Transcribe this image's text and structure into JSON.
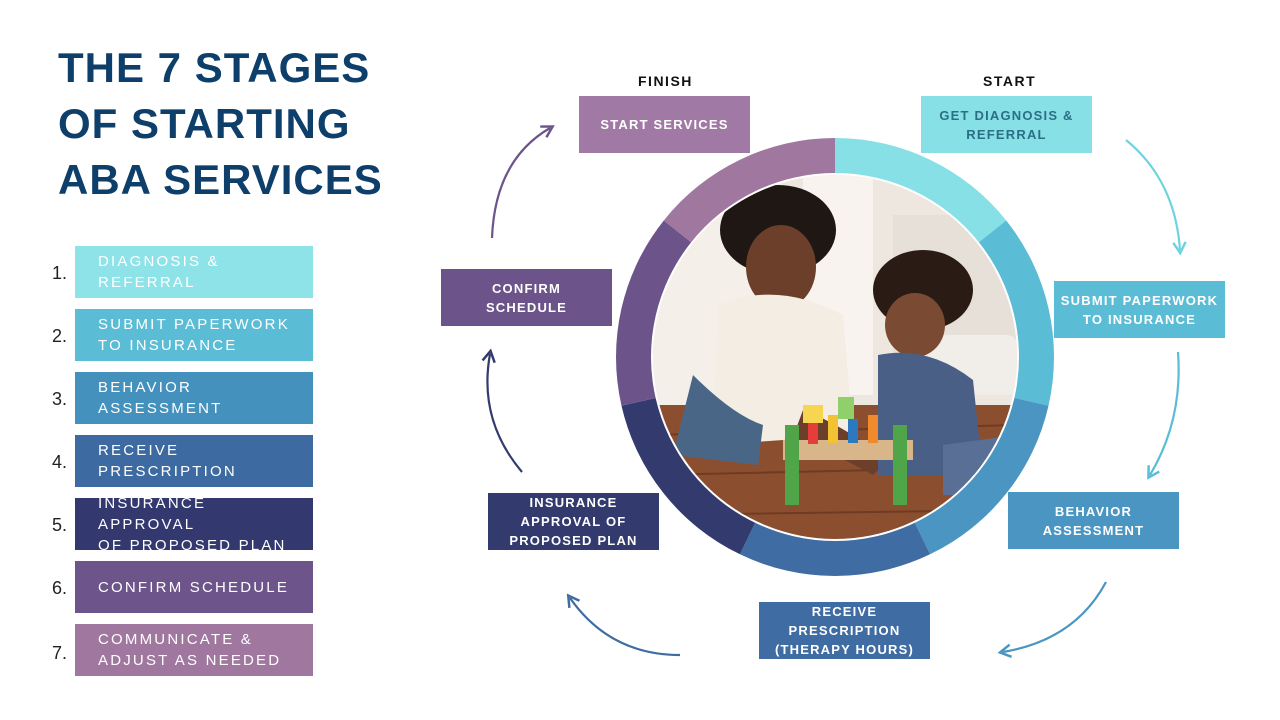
{
  "title": {
    "line1": "THE 7 STAGES",
    "line2": "OF STARTING",
    "line3": "ABA SERVICES"
  },
  "steps": [
    {
      "num": "1.",
      "line1": "DIAGNOSIS &",
      "line2": "REFERRAL",
      "color": "#8de3e8"
    },
    {
      "num": "2.",
      "line1": "SUBMIT  PAPERWORK",
      "line2": "TO INSURANCE",
      "color": "#5bbcd6"
    },
    {
      "num": "3.",
      "line1": "BEHAVIOR",
      "line2": "ASSESSMENT",
      "color": "#4491bd"
    },
    {
      "num": "4.",
      "line1": "RECEIVE",
      "line2": "PRESCRIPTION",
      "color": "#3d6aa0"
    },
    {
      "num": "5.",
      "line1": "INSURANCE APPROVAL",
      "line2": "OF PROPOSED PLAN",
      "color": "#33396e"
    },
    {
      "num": "6.",
      "line1": "CONFIRM SCHEDULE",
      "line2": "",
      "color": "#6d548a"
    },
    {
      "num": "7.",
      "line1": "COMMUNICATE &",
      "line2": "ADJUST AS NEEDED",
      "color": "#9f779f"
    }
  ],
  "labels": {
    "finish": "FINISH",
    "start": "START"
  },
  "stages": {
    "start_services": {
      "line1": "START SERVICES",
      "color": "#a07aa4"
    },
    "diagnosis": {
      "line1": "GET DIAGNOSIS &",
      "line2": "REFERRAL",
      "color": "#86e0e6",
      "text_color": "#2a6f86"
    },
    "paperwork": {
      "line1": "SUBMIT  PAPERWORK",
      "line2": "TO INSURANCE",
      "color": "#5bbcd6"
    },
    "assessment": {
      "line1": "BEHAVIOR",
      "line2": "ASSESSMENT",
      "color": "#4a95c1"
    },
    "prescription": {
      "line1": "RECEIVE",
      "line2": "PRESCRIPTION",
      "line3": "(THERAPY HOURS)",
      "color": "#3f6ca3"
    },
    "approval": {
      "line1": "INSURANCE",
      "line2": "APPROVAL OF",
      "line3": "PROPOSED PLAN",
      "color": "#333a6e"
    },
    "confirm": {
      "line1": "CONFIRM",
      "line2": "SCHEDULE",
      "color": "#6c548b"
    }
  },
  "ring_colors": [
    "#86e0e6",
    "#5bbcd6",
    "#4a95c1",
    "#3f6ca3",
    "#333a6e",
    "#6c548b",
    "#9f779f"
  ]
}
